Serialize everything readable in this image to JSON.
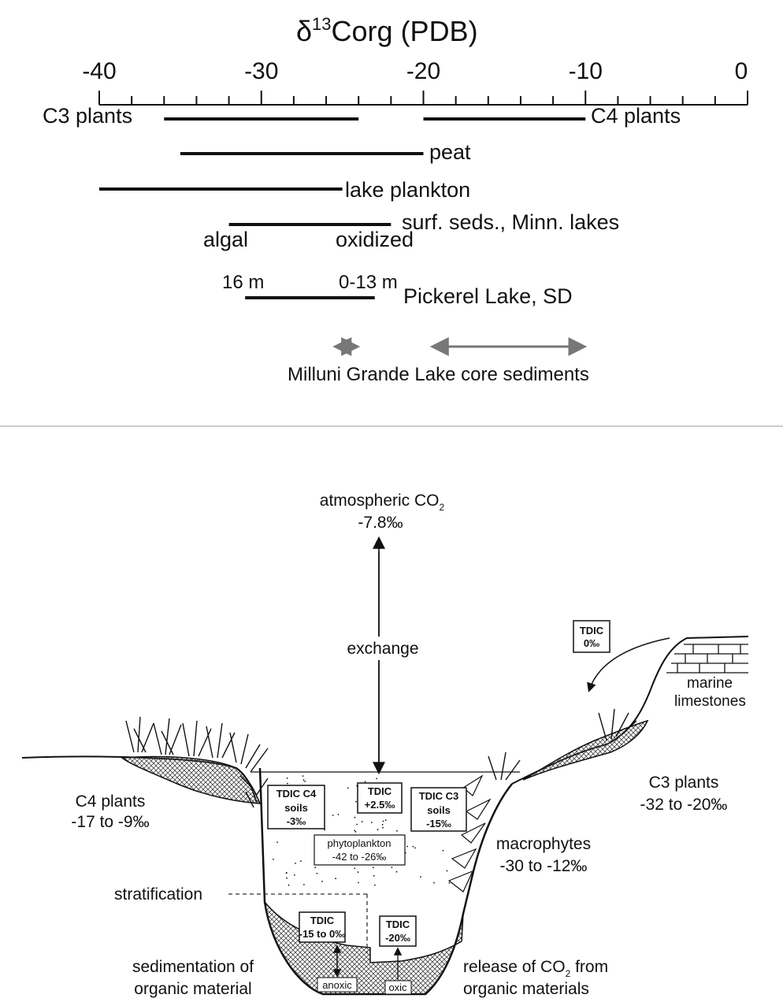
{
  "scale": {
    "title_main": "δ",
    "title_sup": "13",
    "title_rest": "Corg (PDB)",
    "tick_labels": [
      "-40",
      "-30",
      "-20",
      "-10",
      "0"
    ],
    "min": -40,
    "max": 0,
    "minor_step": 2
  },
  "ranges": [
    {
      "label": "C3 plants",
      "from": -36,
      "to": -24
    },
    {
      "label": "C4 plants",
      "from": -20,
      "to": -10
    },
    {
      "label": "peat",
      "from": -35,
      "to": -20
    },
    {
      "label": "lake plankton",
      "from": -40,
      "to": -25
    },
    {
      "label": "surf. seds., Minn. lakes",
      "from": -32,
      "to": -22
    },
    {
      "label": "Pickerel Lake, SD",
      "from": -31,
      "to": -23
    }
  ],
  "range_notes": {
    "algal": "algal",
    "oxidized": "oxidized",
    "depth_16": "16 m",
    "depth_0_13": "0-13 m"
  },
  "milluni": {
    "label": "Milluni Grande Lake core sediments",
    "arrows": [
      {
        "from": -25.5,
        "to": -24
      },
      {
        "from": -19.5,
        "to": -10
      }
    ],
    "color": "#777777"
  },
  "diagram": {
    "atm_label": "atmospheric CO",
    "atm_sub": "2",
    "atm_value": "-7.8‰",
    "exchange": "exchange",
    "tdic_top_title": "TDIC",
    "tdic_top_value": "0‰",
    "marine": "marine",
    "limestones": "limestones",
    "c4_title": "C4 plants",
    "c4_value": "-17 to -9‰",
    "c3_title": "C3 plants",
    "c3_value": "-32 to -20‰",
    "macro_title": "macrophytes",
    "macro_value": "-30 to -12‰",
    "tdic_c4_l1": "TDIC C4",
    "tdic_c4_l2": "soils",
    "tdic_c4_l3": "-3‰",
    "tdic_center_l1": "TDIC",
    "tdic_center_l2": "+2.5‰",
    "tdic_c3_l1": "TDIC C3",
    "tdic_c3_l2": "soils",
    "tdic_c3_l3": "-15‰",
    "phyto_l1": "phytoplankton",
    "phyto_l2": "-42 to -26‰",
    "stratification": "stratification",
    "tdic_anoxic_l1": "TDIC",
    "tdic_anoxic_l2": "-15 to 0‰",
    "tdic_oxic_l1": "TDIC",
    "tdic_oxic_l2": "-20‰",
    "anoxic": "anoxic",
    "oxic": "oxic",
    "sed_l1": "sedimentation of",
    "sed_l2": "organic material",
    "rel_l1": "release of CO",
    "rel_sub": "2",
    "rel_l2": " from",
    "rel_l3": "organic materials"
  }
}
